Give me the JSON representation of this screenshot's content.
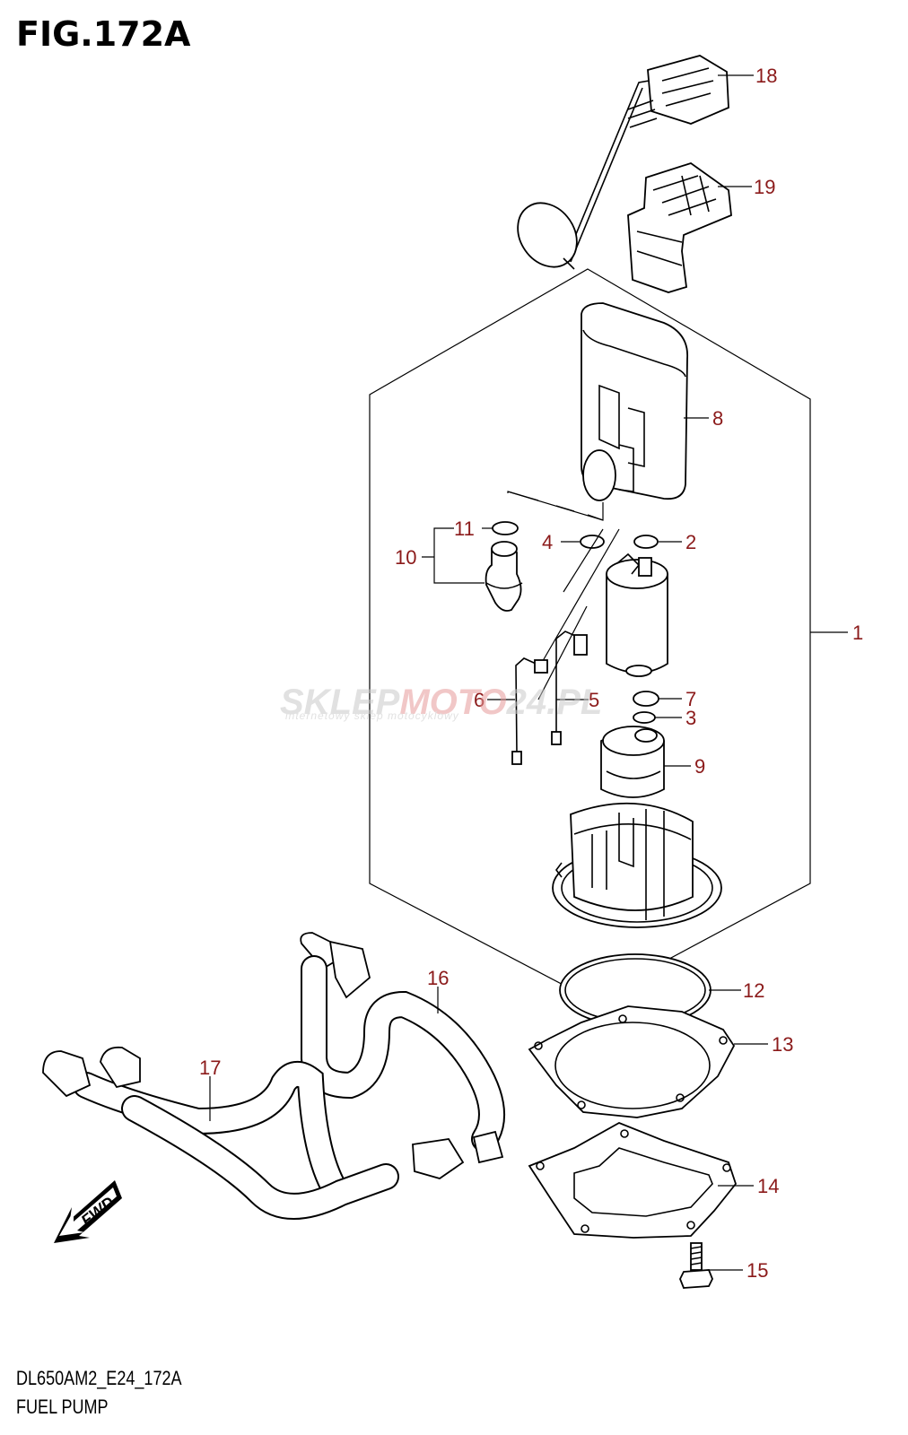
{
  "figure": {
    "title": "FIG.172A",
    "code": "DL650AM2_E24_172A",
    "name": "FUEL PUMP",
    "callout_color": "#8b1a1a"
  },
  "watermark": {
    "brand_left": "SKLEP",
    "brand_mid": "MOTO",
    "brand_right": "24.PL",
    "subtitle": "internetowy sklep motocyklowy"
  },
  "callouts": [
    {
      "id": "18",
      "label": "18"
    },
    {
      "id": "19",
      "label": "19"
    },
    {
      "id": "8",
      "label": "8"
    },
    {
      "id": "11",
      "label": "11"
    },
    {
      "id": "10",
      "label": "10"
    },
    {
      "id": "4",
      "label": "4"
    },
    {
      "id": "2",
      "label": "2"
    },
    {
      "id": "1",
      "label": "1"
    },
    {
      "id": "6",
      "label": "6"
    },
    {
      "id": "5",
      "label": "5"
    },
    {
      "id": "7",
      "label": "7"
    },
    {
      "id": "3",
      "label": "3"
    },
    {
      "id": "9",
      "label": "9"
    },
    {
      "id": "16",
      "label": "16"
    },
    {
      "id": "12",
      "label": "12"
    },
    {
      "id": "13",
      "label": "13"
    },
    {
      "id": "17",
      "label": "17"
    },
    {
      "id": "14",
      "label": "14"
    },
    {
      "id": "15",
      "label": "15"
    }
  ],
  "icons": {
    "fwd_arrow": "fwd-arrow-icon",
    "fwd_text": "FWD"
  }
}
